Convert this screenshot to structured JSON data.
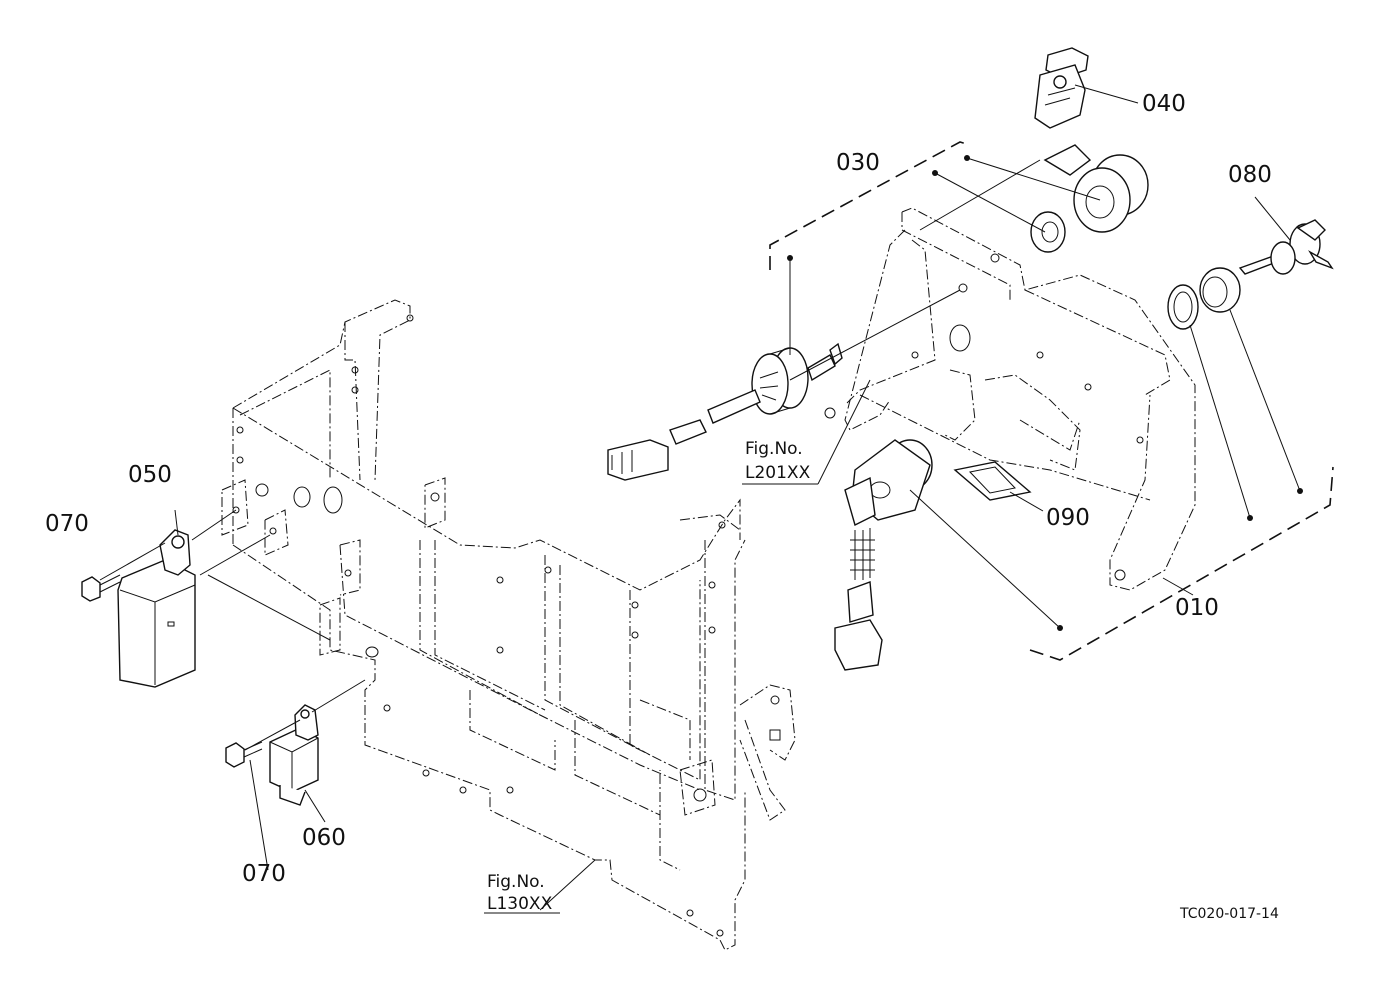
{
  "parts": [
    {
      "id": "010",
      "label": "010"
    },
    {
      "id": "030",
      "label": "030"
    },
    {
      "id": "040",
      "label": "040"
    },
    {
      "id": "050",
      "label": "050"
    },
    {
      "id": "060",
      "label": "060"
    },
    {
      "id": "070a",
      "label": "070"
    },
    {
      "id": "070b",
      "label": "070"
    },
    {
      "id": "080",
      "label": "080"
    },
    {
      "id": "090",
      "label": "090"
    }
  ],
  "references": [
    {
      "line1": "Fig.No.",
      "line2": "L201XX"
    },
    {
      "line1": "Fig.No.",
      "line2": "L130XX"
    }
  ],
  "drawing_code": "TC020-017-14"
}
